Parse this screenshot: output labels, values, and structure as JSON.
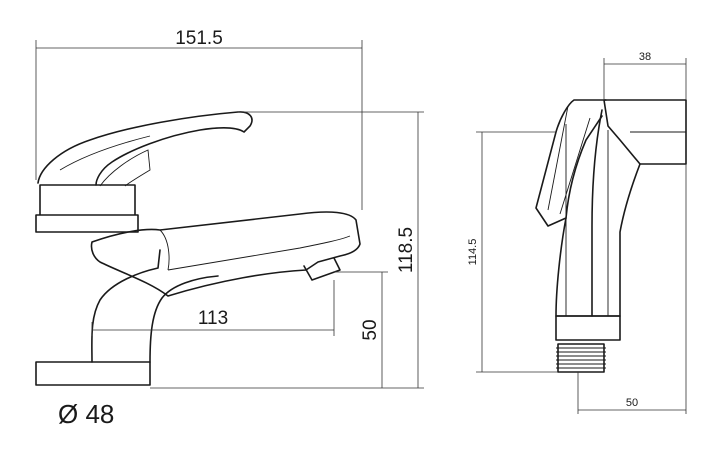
{
  "faucet_dimensions": {
    "overall_width": "151.5",
    "overall_height": "118.5",
    "spout_reach": "113",
    "spout_clearance": "50",
    "base_diameter": "Ø 48"
  },
  "spray_dimensions": {
    "head_depth": "38",
    "height": "114.5",
    "base_width": "50"
  }
}
